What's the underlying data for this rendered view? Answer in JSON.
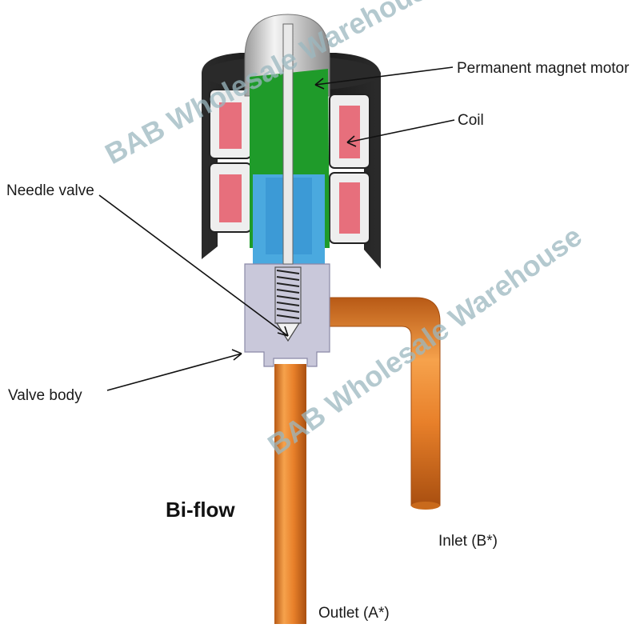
{
  "labels": {
    "permanent_magnet_motor": "Permanent magnet motor",
    "coil": "Coil",
    "needle_valve": "Needle valve",
    "valve_body": "Valve body",
    "title": "Bi-flow",
    "inlet": "Inlet (B*)",
    "outlet": "Outlet (A*)"
  },
  "watermark": "BAB Wholesale Warehouse",
  "colors": {
    "housing": "#1b1b1b",
    "coil_winding": "#e76f7c",
    "rotor": "#1f9b2a",
    "inner_chamber": "#4aa9df",
    "valve_body": "#c9c8da",
    "copper_pipe": "#e8802a",
    "dome": "#d9d9d9"
  }
}
